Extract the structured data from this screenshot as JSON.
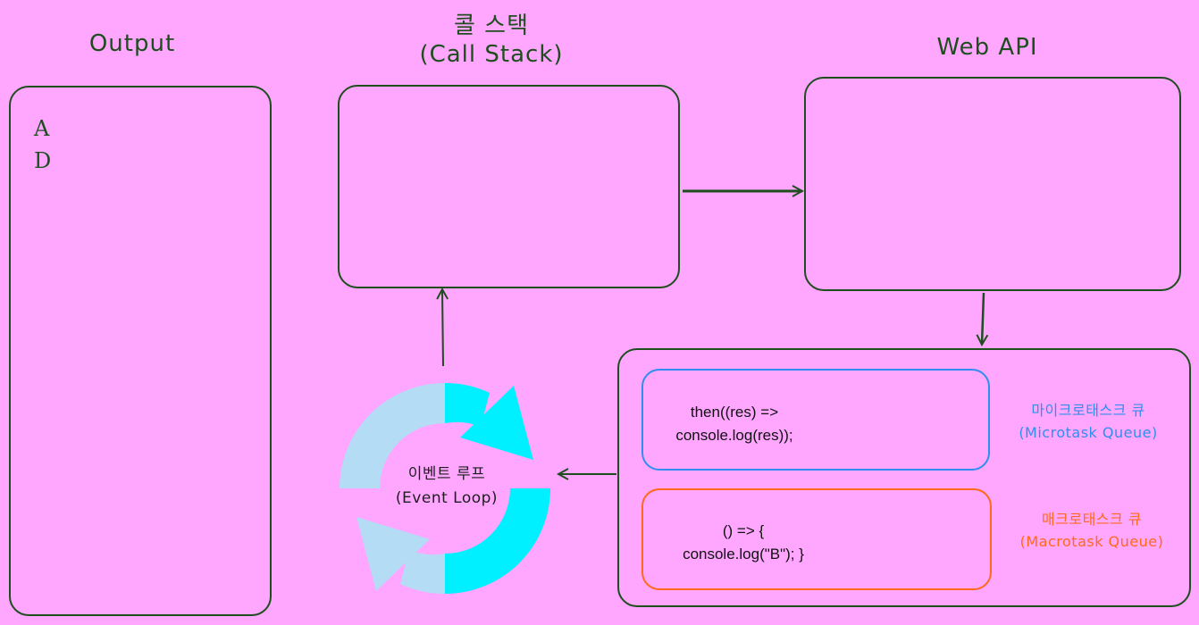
{
  "titles": {
    "output": "Output",
    "call_stack_ko": "콜 스택",
    "call_stack_en": "(Call Stack)",
    "web_api": "Web API"
  },
  "output_items": [
    "A",
    "D"
  ],
  "event_loop": {
    "label_ko": "이벤트 루프",
    "label_en": "(Event Loop)"
  },
  "microtask": {
    "code_line1": "then((res) =>",
    "code_line2": "console.log(res));",
    "label_ko": "마이크로태스크 큐",
    "label_en": "(Microtask Queue)"
  },
  "macrotask": {
    "code_line1": "() => {",
    "code_line2": "console.log(\"B\"); }",
    "label_ko": "매크로태스크 큐",
    "label_en": "(Macrotask Queue)"
  },
  "colors": {
    "background": "#ffa6ff",
    "stroke": "#1e4d1e",
    "microtask": "#2f8fef",
    "macrotask": "#ff6a1a",
    "loop_light": "#b4dcf5",
    "loop_cyan": "#00f0ff"
  }
}
